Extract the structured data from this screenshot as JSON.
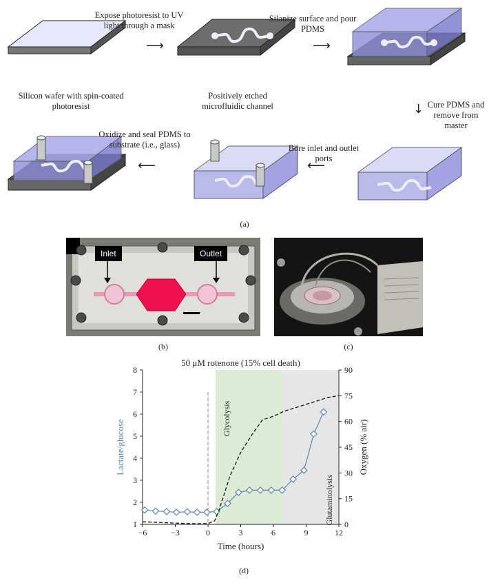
{
  "panel_a": {
    "step1": "Silicon wafer with spin-coated photoresist",
    "step2_action": "Expose photoresist to UV light through a mask",
    "step2": "Positively etched microfluidic channel",
    "step3_action": "Silanize surface and pour PDMS",
    "step4_action": "Cure PDMS and remove from master",
    "step5_action": "Bore inlet and outlet ports",
    "step6_action": "Oxidize and seal PDMS to substrate (i.e., glass)",
    "label": "(a)"
  },
  "panel_b": {
    "inlet": "Inlet",
    "outlet": "Outlet",
    "label": "(b)"
  },
  "panel_c": {
    "label": "(c)"
  },
  "panel_d": {
    "label": "(d)"
  },
  "chart_data": {
    "type": "line",
    "title": "50 μM rotenone (15% cell death)",
    "xlabel": "Time (hours)",
    "ylabel": "Lactate/glucose",
    "y2label": "Oxygen (% air)",
    "xlim": [
      -6,
      12
    ],
    "ylim": [
      1,
      8
    ],
    "y2lim": [
      0,
      90
    ],
    "xticks": [
      -6,
      -3,
      0,
      3,
      6,
      9,
      12
    ],
    "yticks": [
      1,
      2,
      3,
      4,
      5,
      6,
      7,
      8
    ],
    "y2ticks": [
      0,
      15,
      30,
      45,
      60,
      75,
      90
    ],
    "regions": [
      {
        "label": "Glycolysis",
        "x0": 0.7,
        "x1": 6.8,
        "color": "#dcebd3"
      },
      {
        "label": "Glutaminolysis",
        "x0": 6.8,
        "x1": 12,
        "color": "#e6e6e7"
      }
    ],
    "vline_x": 0,
    "series": [
      {
        "name": "Lactate/glucose",
        "axis": "left",
        "color": "#5b86b4",
        "marker": "diamond",
        "x": [
          -5.8,
          -4.8,
          -3.8,
          -2.9,
          -1.9,
          -1.0,
          -0.1,
          0.8,
          1.8,
          2.8,
          3.8,
          4.8,
          5.8,
          6.8,
          7.8,
          8.8,
          9.7,
          10.6
        ],
        "y": [
          1.65,
          1.6,
          1.58,
          1.55,
          1.57,
          1.55,
          1.55,
          1.58,
          1.95,
          2.45,
          2.55,
          2.55,
          2.55,
          2.55,
          3.05,
          3.45,
          5.1,
          6.1
        ]
      },
      {
        "name": "Oxygen",
        "axis": "right",
        "style": "dashed",
        "color": "#231f20",
        "x": [
          -6,
          -4,
          -2,
          -1,
          0,
          0.6,
          1.0,
          1.5,
          2,
          3,
          4,
          5,
          6,
          7,
          8,
          9,
          10,
          11,
          12
        ],
        "y": [
          1.5,
          1,
          0.5,
          0.4,
          0.5,
          2,
          8,
          18,
          28,
          42,
          52,
          61,
          63,
          66,
          68,
          70,
          72,
          74,
          75
        ]
      }
    ]
  }
}
